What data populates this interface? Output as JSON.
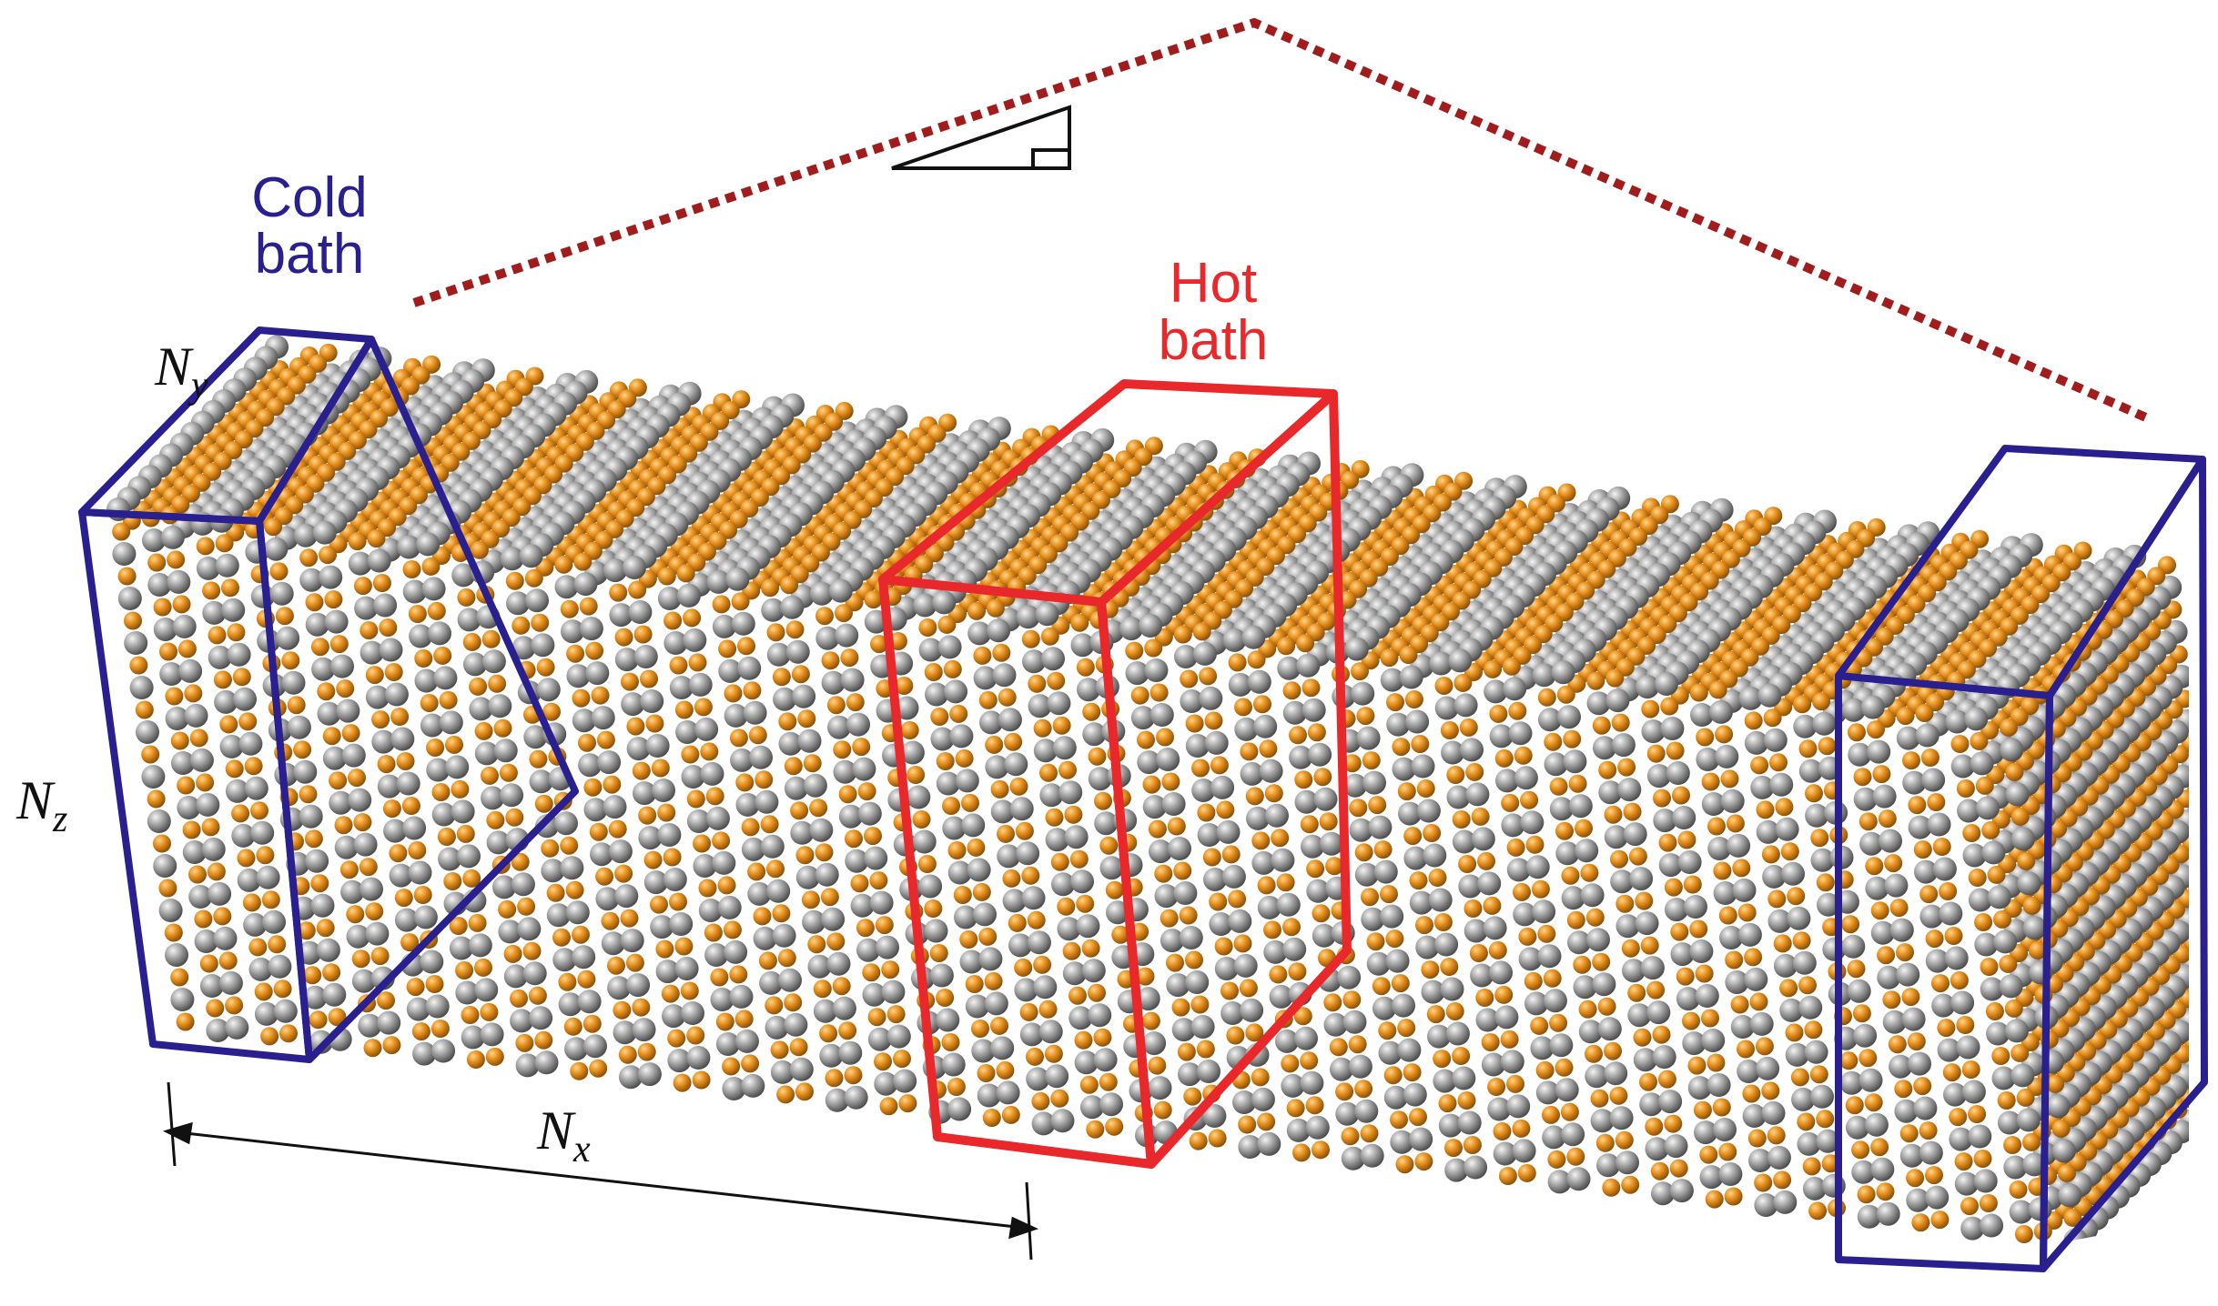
{
  "labels": {
    "cold_bath_line1": "Cold",
    "cold_bath_line2": "bath",
    "hot_bath_line1": "Hot",
    "hot_bath_line2": "bath",
    "ny": "N",
    "ny_sub": "y",
    "nz": "N",
    "nz_sub": "z",
    "nx": "N",
    "nx_sub": "x"
  },
  "colors": {
    "cold_bath": "#2a1f8f",
    "hot_bath": "#e8282a",
    "temperature_profile": "#a11c1c",
    "atom_gray": "#9a9a9a",
    "atom_orange": "#e7911f",
    "annotation_black": "#111111"
  },
  "icons": [
    "right-triangle-slope-icon"
  ]
}
